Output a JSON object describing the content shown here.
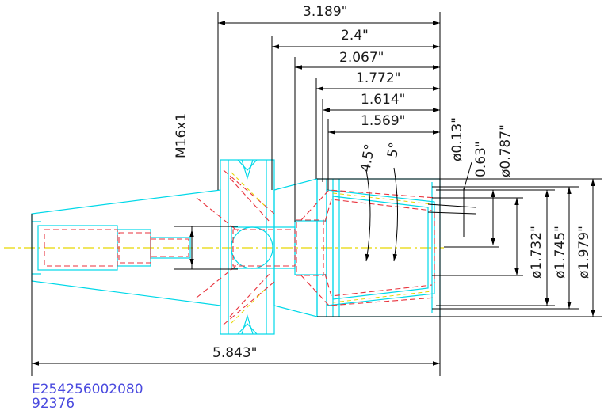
{
  "dimensions": {
    "d3189": "3.189\"",
    "d24": "2.4\"",
    "d2067": "2.067\"",
    "d1772": "1.772\"",
    "d1614": "1.614\"",
    "d1569": "1.569\"",
    "overall": "5.843\"",
    "thread": "M16x1",
    "angle1": "4.5°",
    "angle2": "5°",
    "dia013": "ø0.13\"",
    "d063": "0.63\"",
    "dia0787": "ø0.787\"",
    "dia1732": "ø1.732\"",
    "dia1745": "ø1.745\"",
    "dia1979": "ø1.979\""
  },
  "part": {
    "code": "E254256002080",
    "number": "92376"
  },
  "colors": {
    "outline": "#00d8e8",
    "hidden": "#e8323c",
    "centerline": "#e6d800",
    "dimension": "#000000",
    "partcode": "#4a4adf"
  }
}
